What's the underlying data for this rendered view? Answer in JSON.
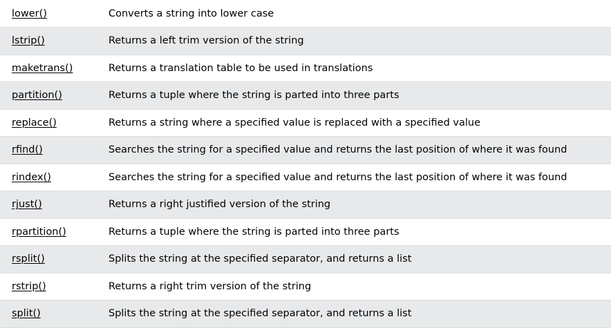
{
  "rows": [
    {
      "method": "lower()",
      "description": "Converts a string into lower case"
    },
    {
      "method": "lstrip()",
      "description": "Returns a left trim version of the string"
    },
    {
      "method": "maketrans()",
      "description": "Returns a translation table to be used in translations"
    },
    {
      "method": "partition()",
      "description": "Returns a tuple where the string is parted into three parts"
    },
    {
      "method": "replace()",
      "description": "Returns a string where a specified value is replaced with a specified value"
    },
    {
      "method": "rfind()",
      "description": "Searches the string for a specified value and returns the last position of where it was found"
    },
    {
      "method": "rindex()",
      "description": "Searches the string for a specified value and returns the last position of where it was found"
    },
    {
      "method": "rjust()",
      "description": "Returns a right justified version of the string"
    },
    {
      "method": "rpartition()",
      "description": "Returns a tuple where the string is parted into three parts"
    },
    {
      "method": "rsplit()",
      "description": "Splits the string at the specified separator, and returns a list"
    },
    {
      "method": "rstrip()",
      "description": "Returns a right trim version of the string"
    },
    {
      "method": "split()",
      "description": "Splits the string at the specified separator, and returns a list"
    }
  ]
}
